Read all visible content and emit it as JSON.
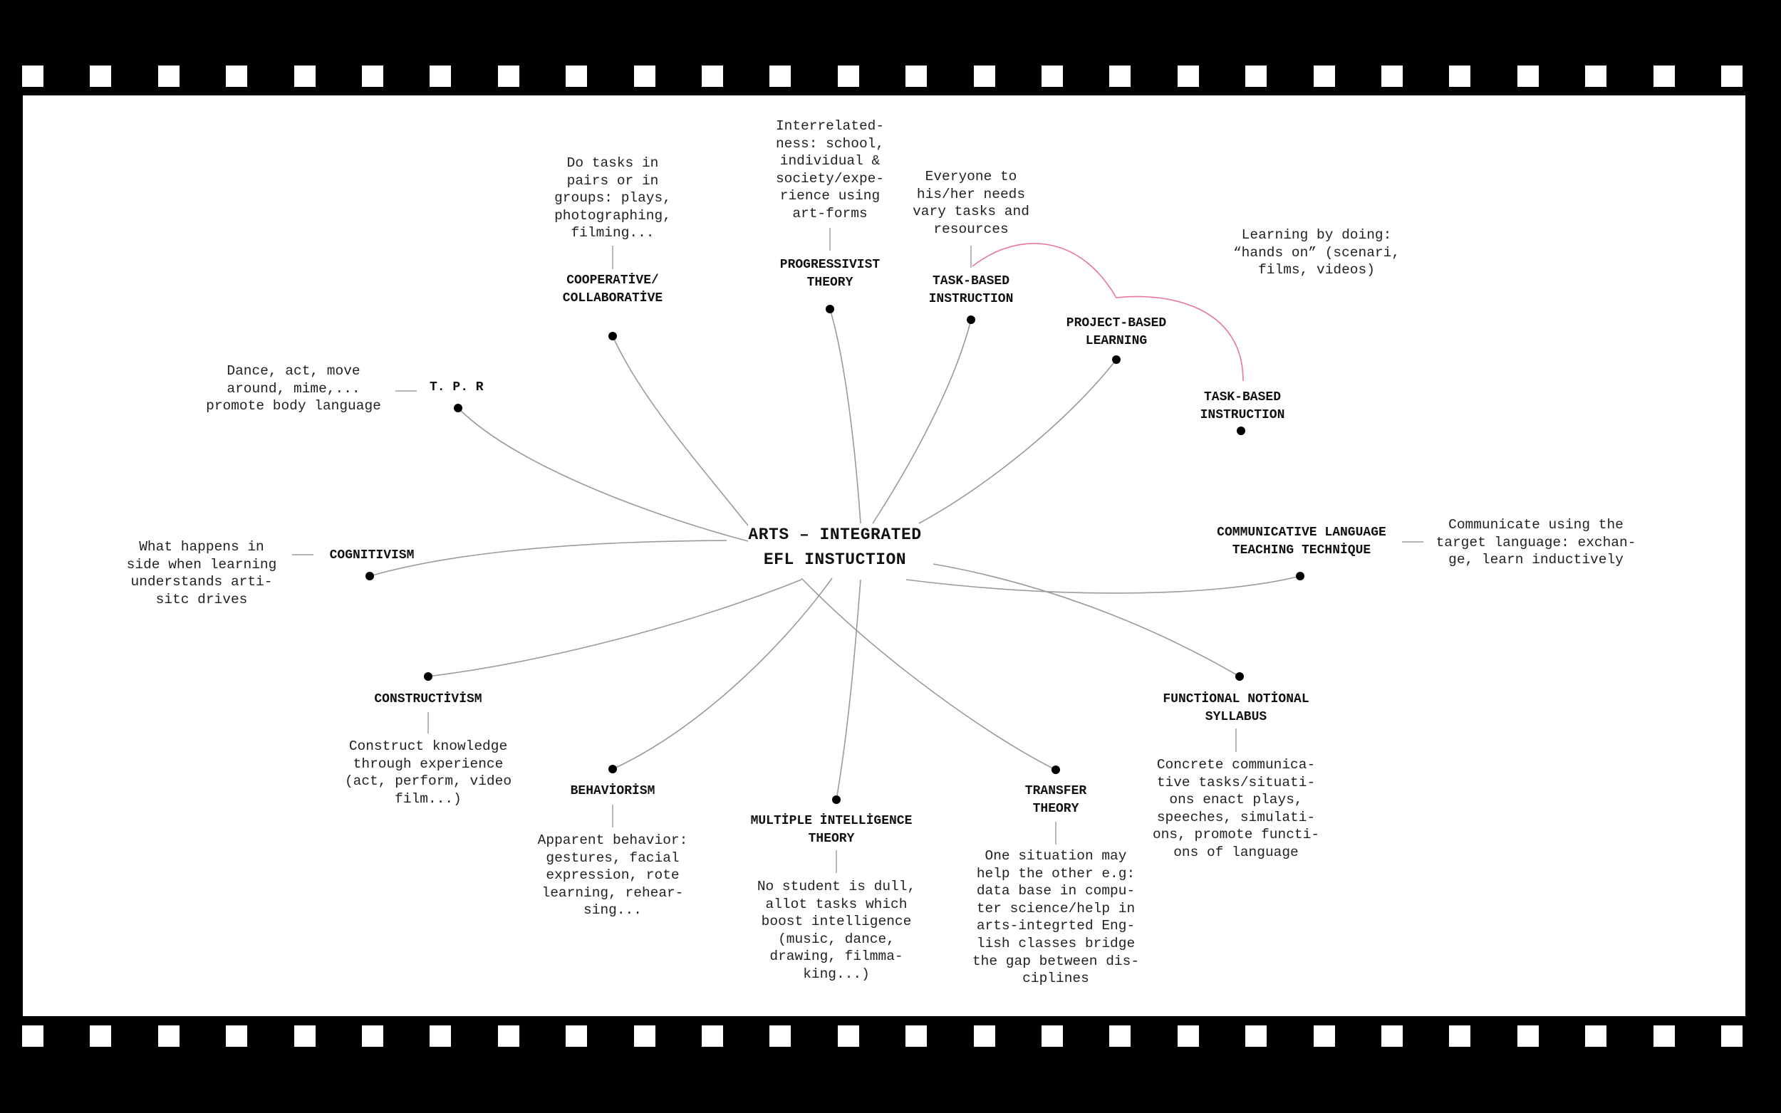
{
  "central_topic": [
    "ARTS – INTEGRATED",
    "EFL INSTUCTION"
  ],
  "colors": {
    "film_frame": "#000000",
    "canvas": "#ffffff",
    "connector": "#9a9a9a",
    "highlight_connector": "#e8769a",
    "text": "#111111"
  },
  "branches": [
    {
      "id": "tpr",
      "title": [
        "T. P. R"
      ],
      "description": [
        "Dance, act, move",
        "around, mime,...",
        "promote body language"
      ]
    },
    {
      "id": "cooperative",
      "title": [
        "COOPERATİVE/",
        "COLLABORATİVE"
      ],
      "description": [
        "Do tasks in",
        "pairs or in",
        "groups: plays,",
        "photographing,",
        "filming..."
      ]
    },
    {
      "id": "progressivist",
      "title": [
        "PROGRESSIVIST",
        "THEORY"
      ],
      "description": [
        "Interrelated-",
        "ness: school,",
        "individual &",
        "society/expe-",
        "rience using",
        "art-forms"
      ]
    },
    {
      "id": "task-based-1",
      "title": [
        "TASK-BASED",
        "INSTRUCTION"
      ],
      "description": [
        "Everyone to",
        "his/her needs",
        "vary tasks and",
        "resources"
      ]
    },
    {
      "id": "project-based",
      "title": [
        "PROJECT-BASED",
        "LEARNING"
      ],
      "description": [
        "Learning by doing:",
        "“hands on” (scenari,",
        "films, videos)"
      ]
    },
    {
      "id": "task-based-2",
      "title": [
        "TASK-BASED",
        "INSTRUCTION"
      ],
      "description": []
    },
    {
      "id": "cognitivism",
      "title": [
        "COGNITIVISM"
      ],
      "description": [
        "What happens in",
        "side when learning",
        "understands arti-",
        "sitc drives"
      ]
    },
    {
      "id": "clt",
      "title": [
        "COMMUNICATIVE LANGUAGE",
        "TEACHING TECHNİQUE"
      ],
      "description": [
        "Communicate using the",
        "target language: exchan-",
        "ge, learn inductively"
      ]
    },
    {
      "id": "constructivism",
      "title": [
        "CONSTRUCTİVİSM"
      ],
      "description": [
        "Construct knowledge",
        "through experience",
        "(act, perform, video",
        "film...)"
      ]
    },
    {
      "id": "behaviorism",
      "title": [
        "BEHAVİORİSM"
      ],
      "description": [
        "Apparent behavior:",
        "gestures, facial",
        "expression, rote",
        "learning, rehear-",
        "sing..."
      ]
    },
    {
      "id": "multiple-intelligence",
      "title": [
        "MULTİPLE İNTELLİGENCE",
        "THEORY"
      ],
      "description": [
        "No student is dull,",
        "allot tasks which",
        "boost intelligence",
        "(music, dance,",
        "drawing, filmma-",
        "king...)"
      ]
    },
    {
      "id": "transfer",
      "title": [
        "TRANSFER",
        "THEORY"
      ],
      "description": [
        "One situation may",
        "help the other e.g:",
        "data base in compu-",
        "ter science/help in",
        "arts-integrted Eng-",
        "lish classes bridge",
        "the gap between dis-",
        "ciplines"
      ]
    },
    {
      "id": "functional-notional",
      "title": [
        "FUNCTİONAL NOTİONAL",
        "SYLLABUS"
      ],
      "description": [
        "Concrete communica-",
        "tive tasks/situati-",
        "ons enact plays,",
        "speeches, simulati-",
        "ons, promote functi-",
        "ons of language"
      ]
    }
  ]
}
